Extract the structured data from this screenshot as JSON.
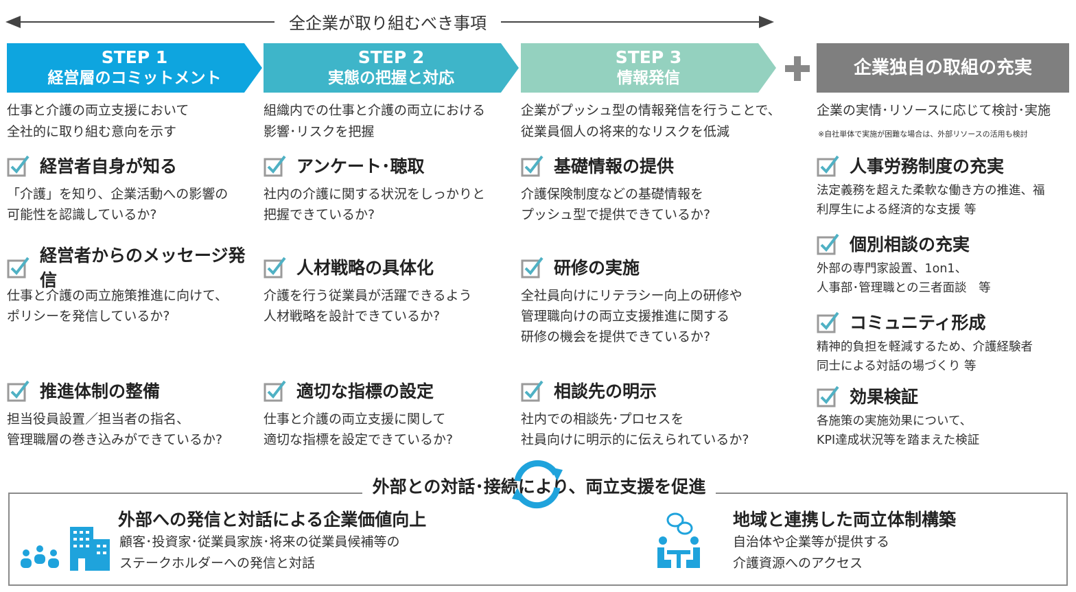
{
  "top_label": "全企業が取り組むべき事項",
  "columns": [
    {
      "header": [
        "STEP 1",
        "経営層のコミットメント"
      ],
      "color": "#0ea5df",
      "intro": [
        "仕事と介護の両立支援において",
        "全社的に取り組む意向を示す"
      ],
      "items": [
        {
          "title": "経営者自身が知る",
          "desc": [
            "「介護」を知り、企業活動への影響の",
            "可能性を認識しているか?"
          ]
        },
        {
          "title": "経営者からのメッセージ発信",
          "desc": [
            "仕事と介護の両立施策推進に向けて、",
            "ポリシーを発信しているか?"
          ]
        },
        {
          "title": "推進体制の整備",
          "desc": [
            "担当役員設置／担当者の指名、",
            "管理職層の巻き込みができているか?"
          ]
        }
      ]
    },
    {
      "header": [
        "STEP 2",
        "実態の把握と対応"
      ],
      "color": "#3eb5c9",
      "intro": [
        "組織内での仕事と介護の両立における",
        "影響･リスクを把握"
      ],
      "items": [
        {
          "title": "アンケート･聴取",
          "desc": [
            "社内の介護に関する状況をしっかりと",
            "把握できているか?"
          ]
        },
        {
          "title": "人材戦略の具体化",
          "desc": [
            "介護を行う従業員が活躍できるよう",
            "人材戦略を設計できているか?"
          ]
        },
        {
          "title": "適切な指標の設定",
          "desc": [
            "仕事と介護の両立支援に関して",
            "適切な指標を設定できているか?"
          ]
        }
      ]
    },
    {
      "header": [
        "STEP 3",
        "情報発信"
      ],
      "color": "#94d1bf",
      "intro": [
        "企業がプッシュ型の情報発信を行うことで、",
        "従業員個人の将来的なリスクを低減"
      ],
      "items": [
        {
          "title": "基礎情報の提供",
          "desc": [
            "介護保険制度などの基礎情報を",
            "プッシュ型で提供できているか?"
          ]
        },
        {
          "title": "研修の実施",
          "desc": [
            "全社員向けにリテラシー向上の研修や",
            "管理職向けの両立支援推進に関する",
            "研修の機会を提供できているか?"
          ]
        },
        {
          "title": "相談先の明示",
          "desc": [
            "社内での相談先･プロセスを",
            "社員向けに明示的に伝えられているか?"
          ]
        }
      ]
    }
  ],
  "extra": {
    "header": "企業独自の取組の充実",
    "color": "#7f7f7f",
    "plus_color": "#888888",
    "intro": "企業の実情･リソースに応じて検討･実施",
    "note": "※自社単体で実施が困難な場合は、外部リソースの活用も検討",
    "items": [
      {
        "title": "人事労務制度の充実",
        "desc": [
          "法定義務を超えた柔軟な働き方の推進、福",
          "利厚生による経済的な支援 等"
        ]
      },
      {
        "title": "個別相談の充実",
        "desc": [
          "外部の専門家設置、1on1、",
          "人事部･管理職との三者面談　等"
        ]
      },
      {
        "title": "コミュニティ形成",
        "desc": [
          "精神的負担を軽減するため、介護経験者",
          "同士による対話の場づくり 等"
        ]
      },
      {
        "title": "効果検証",
        "desc": [
          "各施策の実施効果について、",
          "KPI達成状況等を踏まえた検証"
        ]
      }
    ]
  },
  "bottom": {
    "title": "外部との対話･接続により、両立支援を促進",
    "icon_color": "#1fa3dc",
    "left": {
      "heading": "外部への発信と対話による企業価値向上",
      "lines": [
        "顧客･投資家･従業員家族･将来の従業員候補等の",
        "ステークホルダーへの発信と対話"
      ]
    },
    "right": {
      "heading": "地域と連携した両立体制構築",
      "lines": [
        "自治体や企業等が提供する",
        "介護資源へのアクセス"
      ]
    }
  }
}
